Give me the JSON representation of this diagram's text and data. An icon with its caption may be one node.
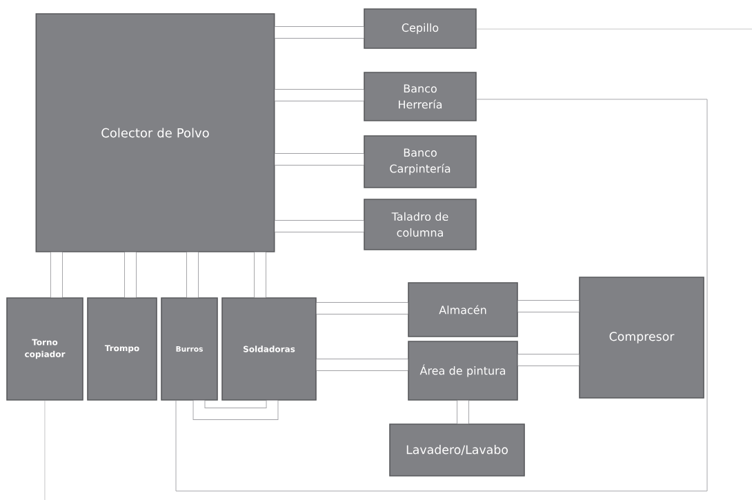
{
  "diagram": {
    "nodes": [
      {
        "text": [
          "Colector de Polvo"
        ]
      },
      {
        "text": [
          "Cepillo"
        ]
      },
      {
        "text": [
          "Banco Herrería"
        ]
      },
      {
        "text": [
          "Banco Carpintería"
        ]
      },
      {
        "text": [
          "Taladro de columna"
        ]
      },
      {
        "text": [
          "Torno copiador"
        ]
      },
      {
        "text": [
          "Trompo"
        ]
      },
      {
        "text": [
          "Burros"
        ]
      },
      {
        "text": [
          "Soldadoras"
        ]
      },
      {
        "text": [
          "Almacén"
        ]
      },
      {
        "text": [
          "Área de pintura"
        ]
      },
      {
        "text": [
          "Compresor"
        ]
      },
      {
        "text": [
          "Lavadero/Lavabo"
        ]
      }
    ],
    "edges": [
      {
        "from": 0,
        "to": 1,
        "arrow": "none"
      },
      {
        "from": 0,
        "to": 2,
        "arrow": "none"
      },
      {
        "from": 0,
        "to": 3,
        "arrow": "none"
      },
      {
        "from": 0,
        "to": 4,
        "arrow": "none"
      },
      {
        "from": 0,
        "to": 5,
        "arrow": "none"
      },
      {
        "from": 0,
        "to": 6,
        "arrow": "none"
      },
      {
        "from": 0,
        "to": 7,
        "arrow": "none"
      },
      {
        "from": 0,
        "to": 8,
        "arrow": "none"
      },
      {
        "from": 7,
        "to": 8,
        "arrow": "none"
      },
      {
        "from": 8,
        "to": 9,
        "arrow": "none"
      },
      {
        "from": 8,
        "to": 10,
        "arrow": "none"
      },
      {
        "from": 9,
        "to": 11,
        "arrow": "none"
      },
      {
        "from": 10,
        "to": 11,
        "arrow": "none"
      },
      {
        "from": 10,
        "to": 12,
        "arrow": "none"
      },
      {
        "from": 1,
        "to": null,
        "arrow": "none"
      },
      {
        "from": 2,
        "to": 7,
        "arrow": "none"
      },
      {
        "from": 5,
        "to": null,
        "arrow": "none"
      }
    ]
  }
}
